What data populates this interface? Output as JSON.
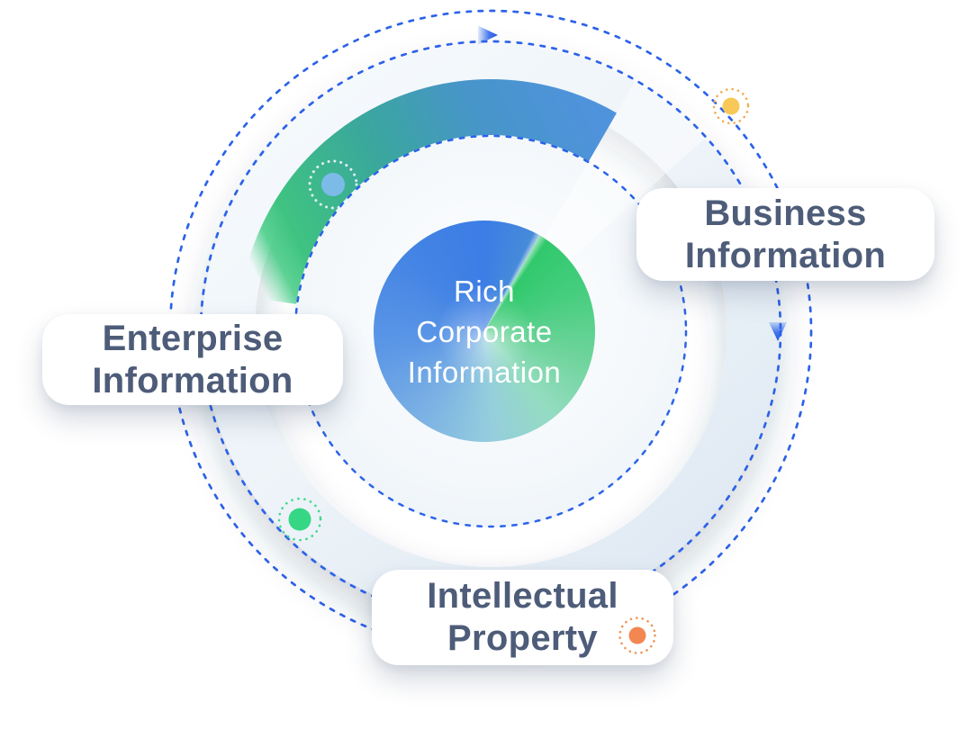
{
  "background_color": "#ffffff",
  "center_badge": {
    "line1": "Rich",
    "line2": "Corporate",
    "line3": "Information",
    "text_color": "#ffffff",
    "gradient_blue": "#3c7de6",
    "gradient_green": "#2ec86a"
  },
  "cards": {
    "business": {
      "line1": "Business",
      "line2": "Information"
    },
    "enterprise": {
      "line1": "Enterprise",
      "line2": "Information"
    },
    "intellectual": {
      "line1": "Intellectual",
      "line2": "Property"
    }
  },
  "card_style": {
    "text_color": "#4d5c78",
    "background": "#ffffff"
  },
  "orbit": {
    "dash_color": "#2b63e9",
    "arrow_color": "#2055e7"
  },
  "gradient_arc": {
    "green": "#42cb82",
    "teal": "#3aa89b",
    "blue": "#4f93dc"
  },
  "ring": {
    "light_start": "#f6fafd",
    "light_end": "#dfe9f3"
  },
  "decorations": {
    "arrows": [
      {
        "name": "clockwise-arrow-top",
        "color": "#2055e7"
      },
      {
        "name": "clockwise-arrow-right",
        "color": "#2055e7"
      }
    ],
    "dots": [
      {
        "name": "accent-dot-blue",
        "color": "#7cbbe8",
        "ring_color": "#e9f3fb"
      },
      {
        "name": "accent-dot-yellow",
        "color": "#f8c858",
        "ring_color": "#f3ac4f"
      },
      {
        "name": "accent-dot-green",
        "color": "#35d784",
        "ring_color": "#3ed88a"
      },
      {
        "name": "accent-dot-orange",
        "color": "#f28752",
        "ring_color": "#f09457"
      }
    ]
  }
}
